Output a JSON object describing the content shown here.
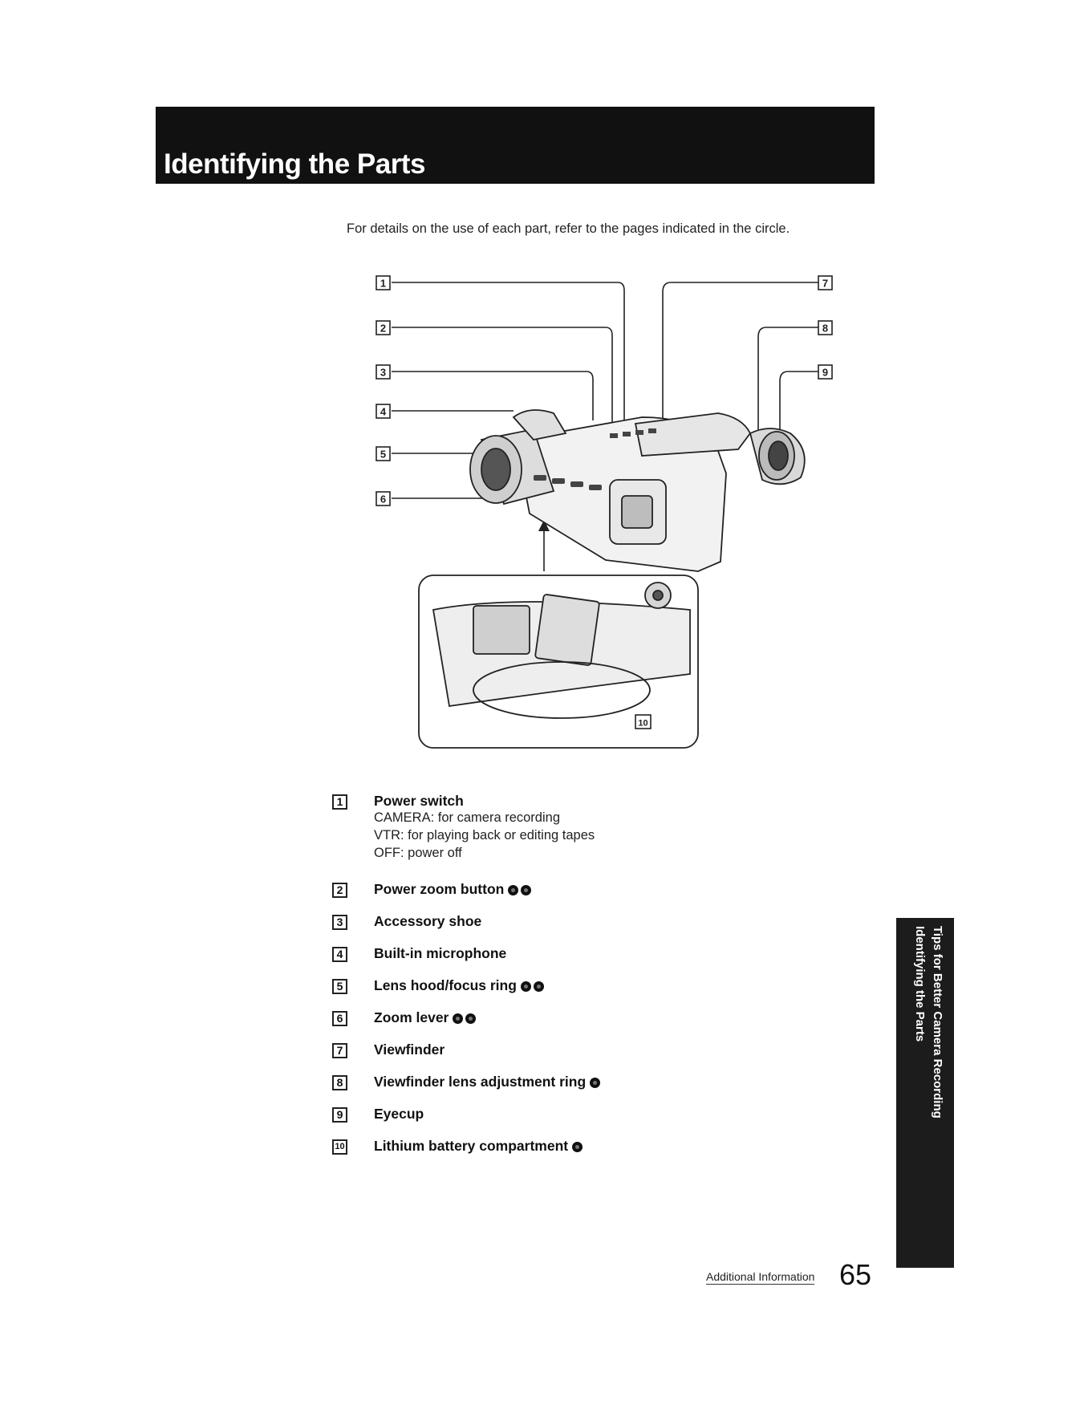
{
  "header": {
    "title": "Identifying the Parts"
  },
  "intro": "For details on the use of each part, refer to the pages indicated in the circle.",
  "parts": [
    {
      "number": "1",
      "name": "Power switch",
      "details": [
        "CAMERA:  for camera recording",
        "VTR:  for playing back or editing tapes",
        "OFF:  power off"
      ],
      "page_markers": 0
    },
    {
      "number": "2",
      "name": "Power zoom button",
      "details": [],
      "page_markers": 2
    },
    {
      "number": "3",
      "name": "Accessory shoe",
      "details": [],
      "page_markers": 0
    },
    {
      "number": "4",
      "name": "Built-in microphone",
      "details": [],
      "page_markers": 0
    },
    {
      "number": "5",
      "name": "Lens hood/focus ring",
      "details": [],
      "page_markers": 2
    },
    {
      "number": "6",
      "name": "Zoom lever",
      "details": [],
      "page_markers": 2
    },
    {
      "number": "7",
      "name": "Viewfinder",
      "details": [],
      "page_markers": 0
    },
    {
      "number": "8",
      "name": "Viewfinder lens adjustment ring",
      "details": [],
      "page_markers": 1
    },
    {
      "number": "9",
      "name": "Eyecup",
      "details": [],
      "page_markers": 0
    },
    {
      "number": "10",
      "name": "Lithium battery compartment",
      "details": [],
      "page_markers": 1
    }
  ],
  "diagram_callouts": [
    "1",
    "2",
    "3",
    "4",
    "5",
    "6",
    "7",
    "8",
    "9",
    "10"
  ],
  "side_tab": {
    "line1": "Tips for Better Camera Recording",
    "line2": "Identifying the Parts"
  },
  "footer": {
    "section": "Additional Information",
    "page_number": "65"
  },
  "colors": {
    "title_bar": "#111111",
    "side_tab": "#1c1c1c",
    "text": "#111111"
  }
}
